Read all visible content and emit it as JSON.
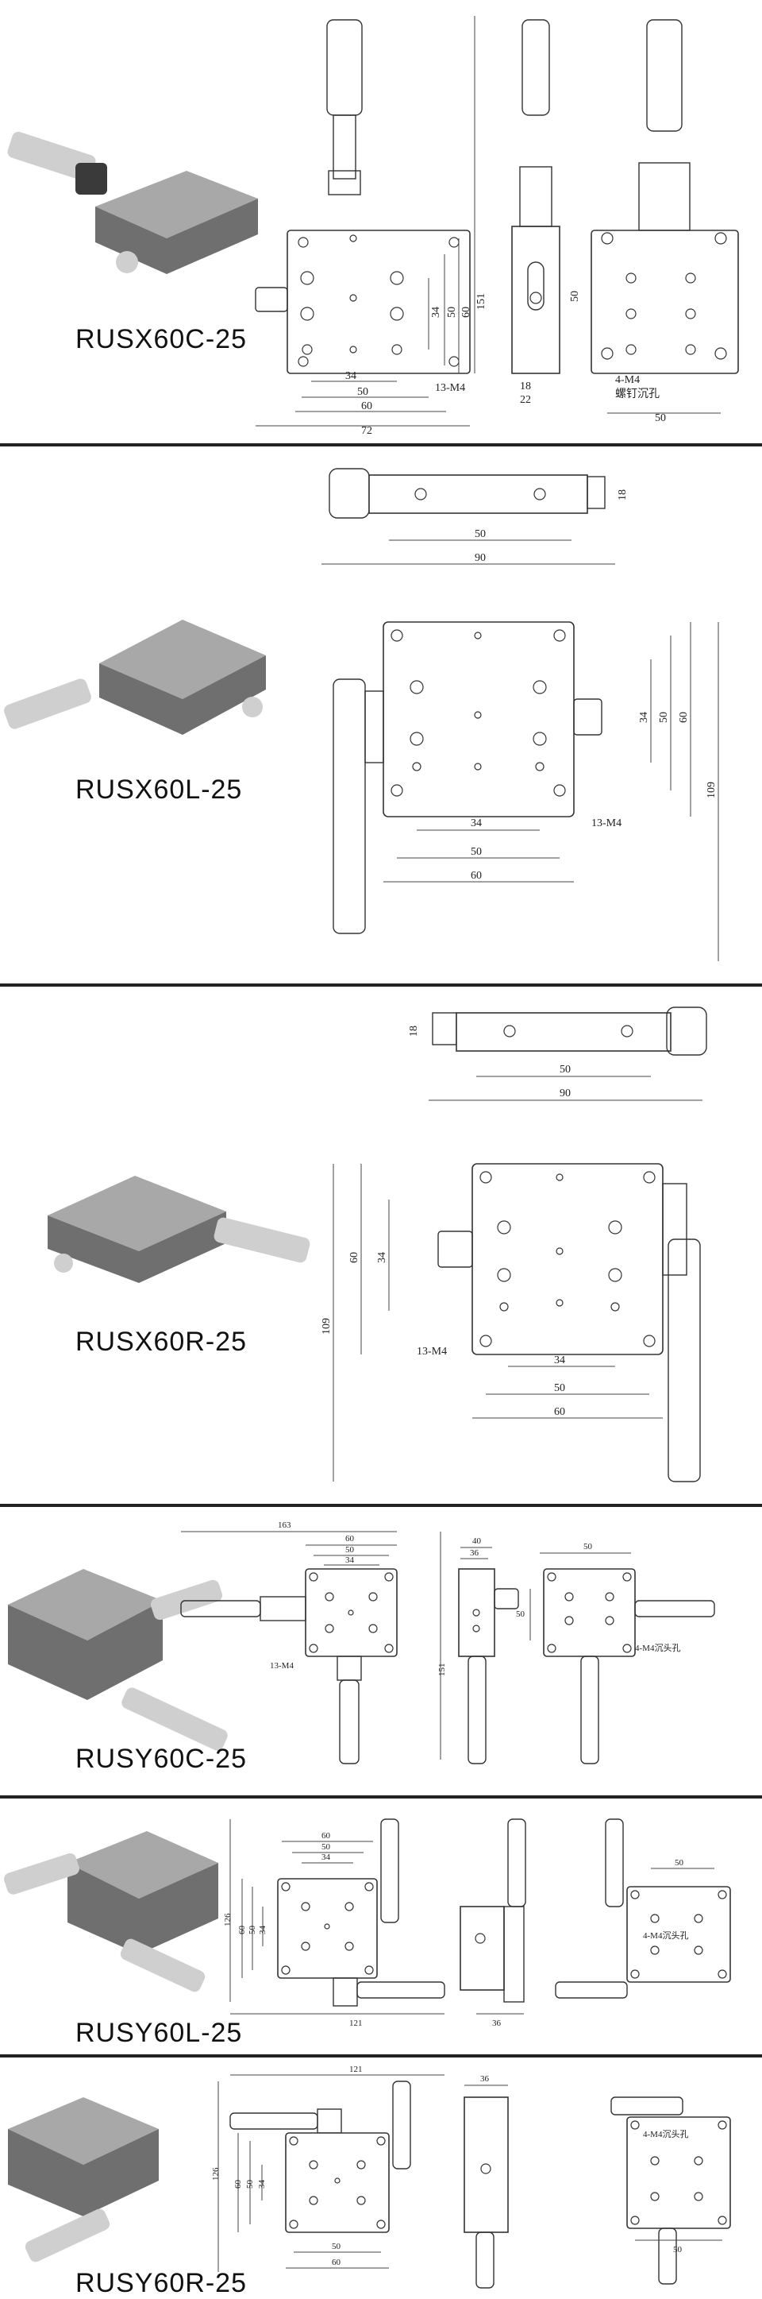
{
  "sections": [
    {
      "model": "RUSX60C-25",
      "labels": {
        "d34": "34",
        "d50": "50",
        "d60": "60",
        "d72": "72",
        "v34": "34",
        "v50": "50",
        "v60": "60",
        "v151": "151",
        "holes": "13-M4",
        "side18": "18",
        "side22": "22",
        "side50": "50",
        "back_holes": "4-M4",
        "back_note": "螺钉沉孔",
        "back50": "50"
      }
    },
    {
      "model": "RUSX60L-25",
      "labels": {
        "side18": "18",
        "side50": "50",
        "side90": "90",
        "d34": "34",
        "d50": "50",
        "d60": "60",
        "v34": "34",
        "v50": "50",
        "v60": "60",
        "v109": "109",
        "holes": "13-M4"
      }
    },
    {
      "model": "RUSX60R-25",
      "labels": {
        "side18": "18",
        "side50": "50",
        "side90": "90",
        "d34": "34",
        "d50": "50",
        "d60": "60",
        "v34": "34",
        "v60": "60",
        "v109": "109",
        "holes": "13-M4"
      }
    },
    {
      "model": "RUSY60C-25",
      "labels": {
        "top163": "163",
        "d60": "60",
        "d50": "50",
        "d34": "34",
        "v151": "151",
        "holes": "13-M4",
        "side40": "40",
        "side36": "36",
        "back50": "50",
        "back50v": "50",
        "back_holes": "4-M4沉头孔"
      }
    },
    {
      "model": "RUSY60L-25",
      "labels": {
        "d60": "60",
        "d50": "50",
        "d34": "34",
        "v126": "126",
        "v60": "60",
        "v50": "50",
        "v34": "34",
        "bottom121": "121",
        "side36": "36",
        "back50": "50",
        "back_holes": "4-M4沉头孔"
      }
    },
    {
      "model": "RUSY60R-25",
      "labels": {
        "top121": "121",
        "side36": "36",
        "v126": "126",
        "v60": "60",
        "v50": "50",
        "v34": "34",
        "d50": "50",
        "d60": "60",
        "back_holes": "4-M4沉头孔",
        "back50": "50"
      }
    }
  ]
}
